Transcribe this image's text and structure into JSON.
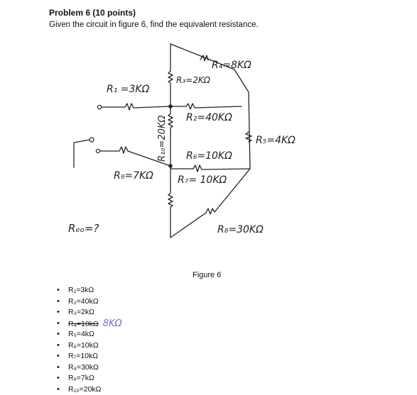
{
  "problem": {
    "title": "Problem 6 (10 points)",
    "prompt": "Given the circuit in figure 6, find the equivalent resistance."
  },
  "figure": {
    "caption": "Figure 6",
    "labels": {
      "r1": "R₁ =3KΩ",
      "r2": "R₂=40KΩ",
      "r3": "R₃=2KΩ",
      "r4": "R₄=8KΩ",
      "r5": "R₅=4KΩ",
      "r6": "R₆=10KΩ",
      "r7": "R₇= 10KΩ",
      "r8": "R₈=30KΩ",
      "r9": "R₉=7KΩ",
      "r10": "R₁₀=20KΩ",
      "req": "Rₑₒ=?"
    }
  },
  "resistor_list": [
    {
      "label": "R₁=3kΩ"
    },
    {
      "label": "R₂=40kΩ"
    },
    {
      "label": "R₃=2kΩ"
    },
    {
      "label": "R₄=10kΩ",
      "correction": "8KΩ"
    },
    {
      "label": "R₅=4kΩ"
    },
    {
      "label": "R₆=10kΩ"
    },
    {
      "label": "R₇=10kΩ"
    },
    {
      "label": "R₈=30kΩ"
    },
    {
      "label": "R₉=7kΩ"
    },
    {
      "label": "R₁₀=20kΩ"
    }
  ]
}
